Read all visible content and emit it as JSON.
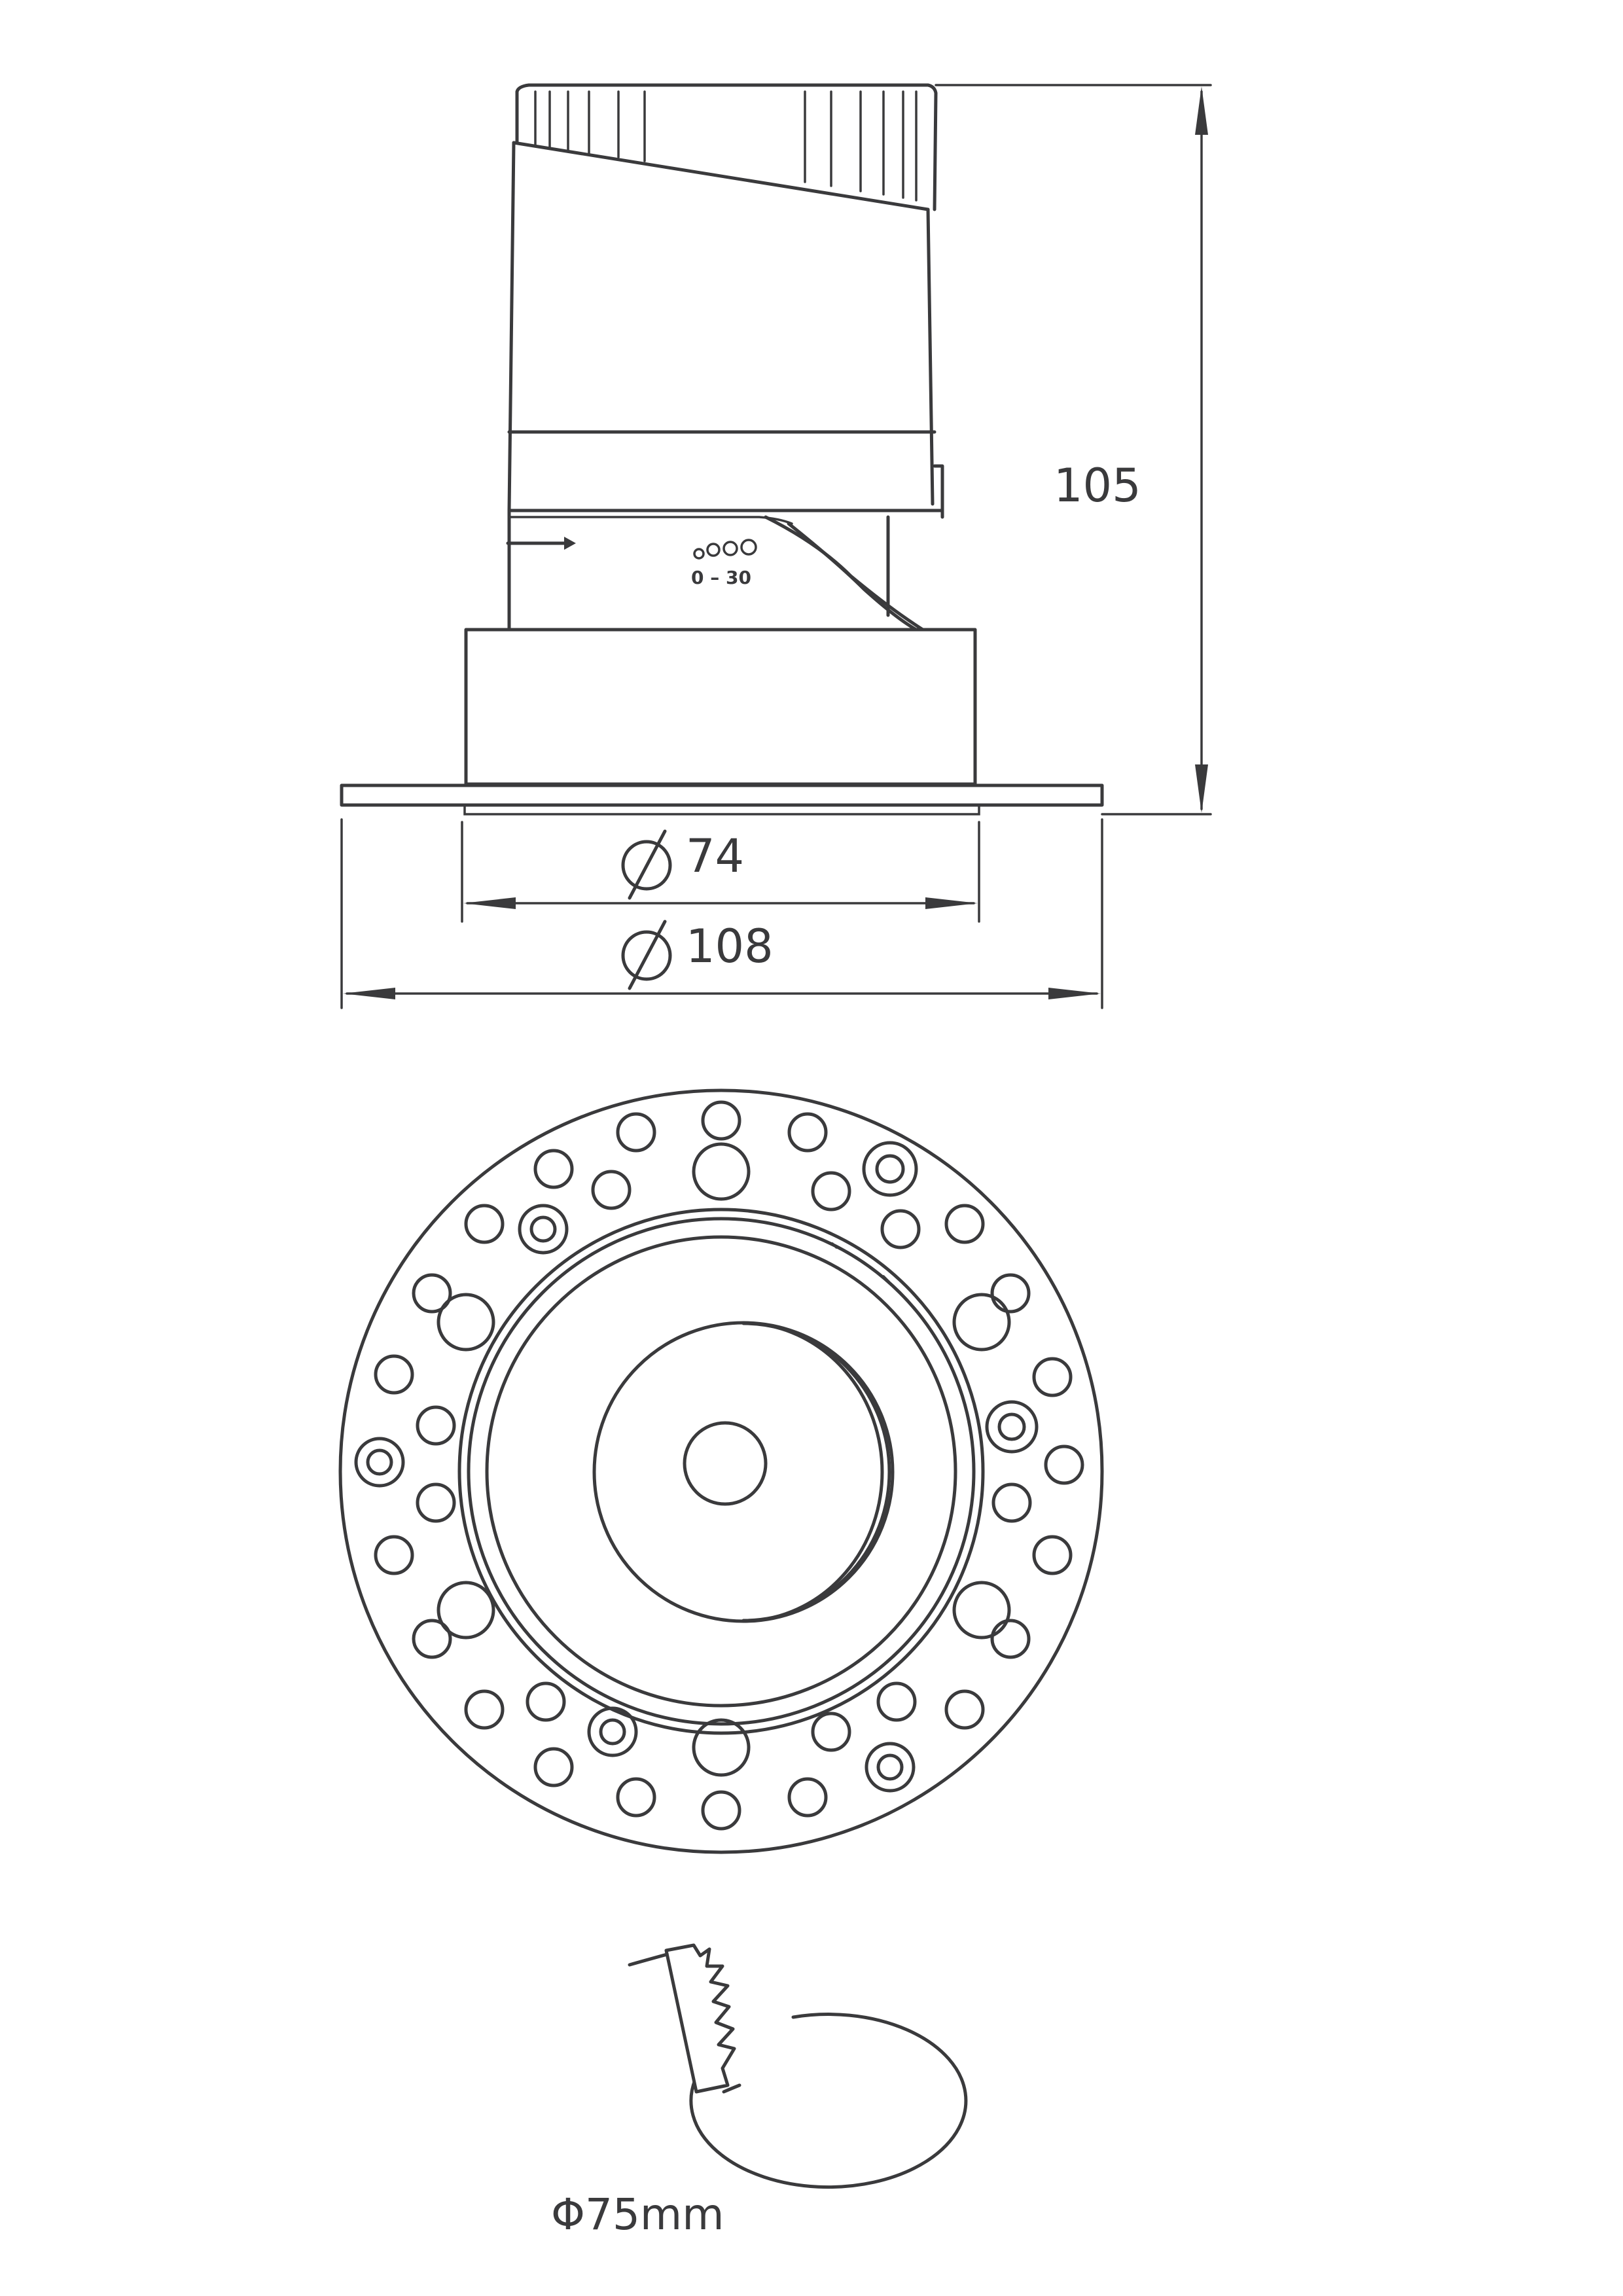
{
  "side_view": {
    "height_dim": "105",
    "inner_diameter_dim": "74",
    "outer_diameter_dim": "108",
    "diameter_symbol": "Ø",
    "tilt_label": "0 – 30"
  },
  "cutout": {
    "label": "Φ75mm"
  },
  "colors": {
    "line": "#3a3a3c",
    "background": "#ffffff"
  }
}
